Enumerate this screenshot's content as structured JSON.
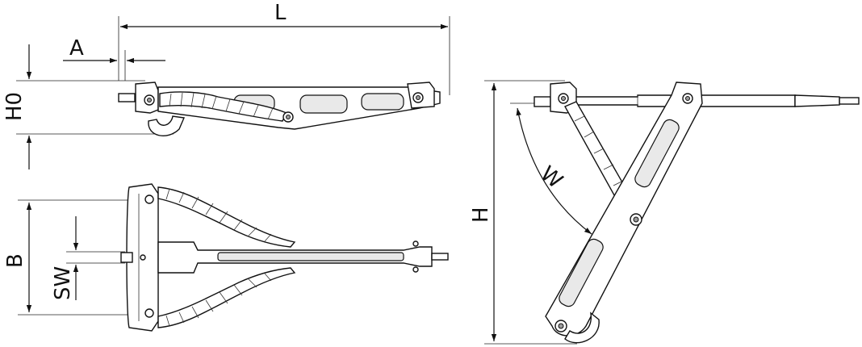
{
  "dimensions": {
    "L": "L",
    "A": "A",
    "H0": "H0",
    "B": "B",
    "SW": "SW",
    "H": "H",
    "W": "W"
  },
  "colors": {
    "line": "#111111",
    "fill_light": "#e9e9e9",
    "fill_dark": "#9a9a9a",
    "background": "#ffffff"
  }
}
